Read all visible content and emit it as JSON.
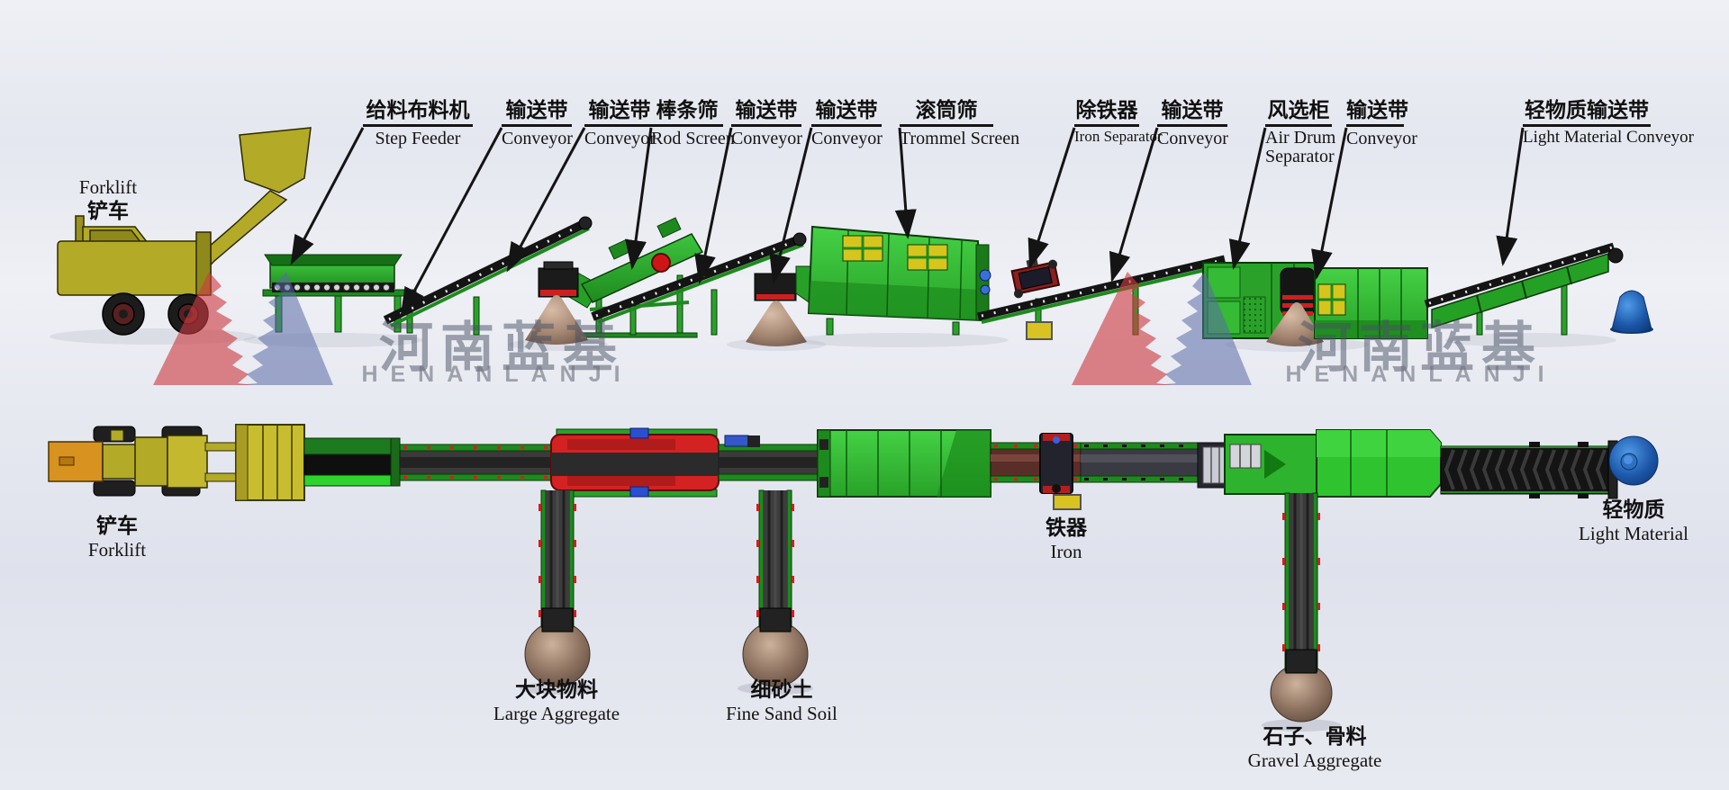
{
  "top_labels": [
    {
      "cn": "给料布料机",
      "en": "Step Feeder"
    },
    {
      "cn": "输送带",
      "en": "Conveyor"
    },
    {
      "cn": "输送带",
      "en": "Conveyor"
    },
    {
      "cn": "棒条筛",
      "en": "Rod Screen"
    },
    {
      "cn": "输送带",
      "en": "Conveyor"
    },
    {
      "cn": "输送带",
      "en": "Conveyor"
    },
    {
      "cn": "滚筒筛",
      "en": "Trommel Screen"
    },
    {
      "cn": "除铁器",
      "en": "Iron Separator"
    },
    {
      "cn": "输送带",
      "en": "Conveyor"
    },
    {
      "cn": "风选柜",
      "en": "Air Drum Separator"
    },
    {
      "cn": "输送带",
      "en": "Conveyor"
    },
    {
      "cn": "轻物质输送带",
      "en": "Light Material Conveyor"
    }
  ],
  "side_forklift_label": {
    "en": "Forklift",
    "cn": "铲车"
  },
  "plan_labels": {
    "forklift": {
      "cn": "铲车",
      "en": "Forklift"
    },
    "large_aggregate": {
      "cn": "大块物料",
      "en": "Large Aggregate"
    },
    "fine_sand": {
      "cn": "细砂土",
      "en": "Fine Sand Soil"
    },
    "iron": {
      "cn": "铁器",
      "en": "Iron"
    },
    "gravel": {
      "cn": "石子、骨料",
      "en": "Gravel Aggregate"
    },
    "light_material": {
      "cn": "轻物质",
      "en": "Light Material"
    }
  },
  "watermark": {
    "cn": "河南蓝基",
    "en": "HENANLANJI"
  },
  "colors": {
    "machine_green": "#2aa22a",
    "machine_green_bright": "#2fc42f",
    "belt_black": "#161616",
    "forklift_olive": "#b3aa28",
    "pile_tan": "#b7937c",
    "cone_blue": "#2e7fd6",
    "alert_red": "#d42222",
    "window_yellow": "#d6c51d",
    "iron_box_yellow": "#d8c322",
    "watermark_red": "rgba(205,60,66,0.62)",
    "watermark_blue": "rgba(90,105,165,0.55)"
  }
}
